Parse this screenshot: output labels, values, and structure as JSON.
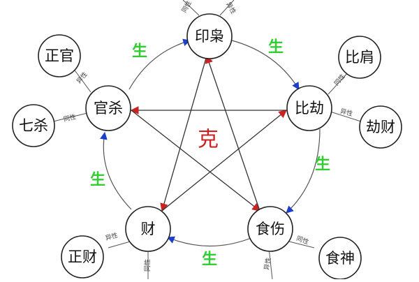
{
  "colors": {
    "sheng": "#33cc33",
    "ke": "#cc2222",
    "sheng_arrow": "#1a3fcc",
    "ke_arrow": "#cc2222"
  },
  "diagram": {
    "nodes": {
      "yin": "印枭",
      "bi": "比劫",
      "shi": "食伤",
      "cai": "财",
      "guan": "官杀"
    },
    "satellites": {
      "zhengguan": "正官",
      "qisha": "七杀",
      "bijian": "比肩",
      "jiecai": "劫财",
      "zhengcai": "正财",
      "shishen": "食神"
    },
    "sheng_label": "生",
    "ke_label": "克",
    "small_labels": {
      "yiyang": "异性",
      "tongyang": "同性"
    }
  }
}
